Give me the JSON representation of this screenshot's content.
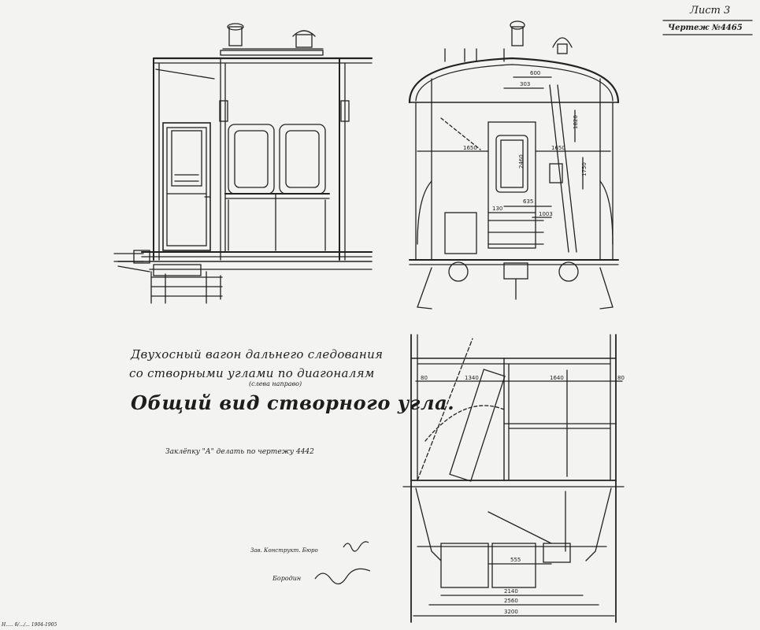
{
  "sheet": {
    "sheet_number": "Лист 3",
    "drawing_number": "Чертеж №4465"
  },
  "title": {
    "line1": "Двухосный вагон дальнего следования",
    "line2": "со створными углами по диагоналям",
    "note": "(слева направо)",
    "line3": "Общий вид створного угла."
  },
  "remark": "Заклёпку \"А\" делать по чертежу 4442",
  "signatures": {
    "line1": "Зав. Конструкт. Бюро",
    "line2": "Бородин"
  },
  "stamp": "Н.....  б/.../...  1904-1905",
  "dimensions": {
    "d600": "600",
    "d303": "303",
    "d1650a": "1650",
    "d1650b": "1650",
    "d2460": "2460",
    "d1820": "1820",
    "d1750": "1750",
    "d130": "130",
    "d635": "635",
    "d1003": "1003",
    "d80a": "80",
    "d80b": "80",
    "d1340": "1340",
    "d1640": "1640",
    "d2140": "2140",
    "d2560": "2560",
    "d3200": "3200",
    "d555": "555"
  }
}
